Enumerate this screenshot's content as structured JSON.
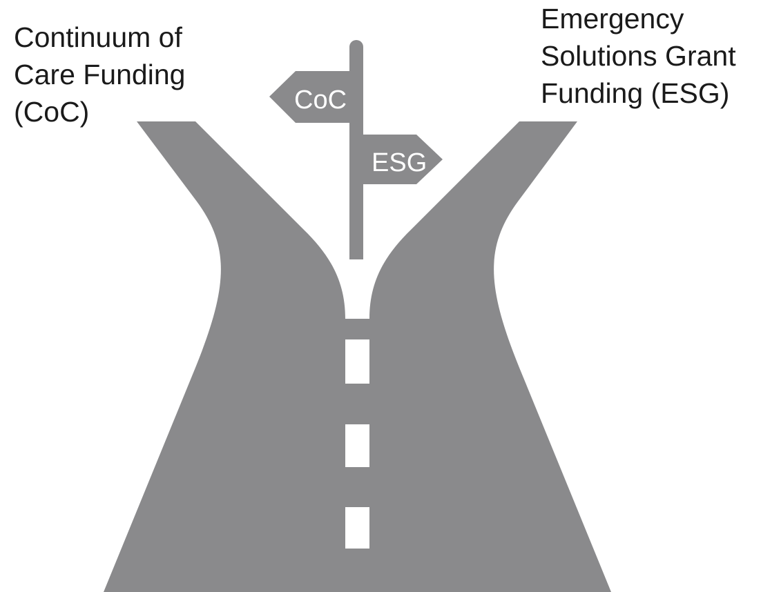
{
  "labels": {
    "left": {
      "line1": "Continuum of",
      "line2": "Care Funding",
      "line3": "(CoC)"
    },
    "right": {
      "line1": "Emergency",
      "line2": "Solutions Grant",
      "line3": "Funding (ESG)"
    }
  },
  "signpost": {
    "left_sign": "CoC",
    "right_sign": "ESG"
  },
  "colors": {
    "road": "#8a8a8c",
    "lane_marking": "#ffffff",
    "text": "#1a1a1a",
    "background": "#ffffff"
  },
  "icons": [
    "road-icon",
    "signpost-icon"
  ]
}
